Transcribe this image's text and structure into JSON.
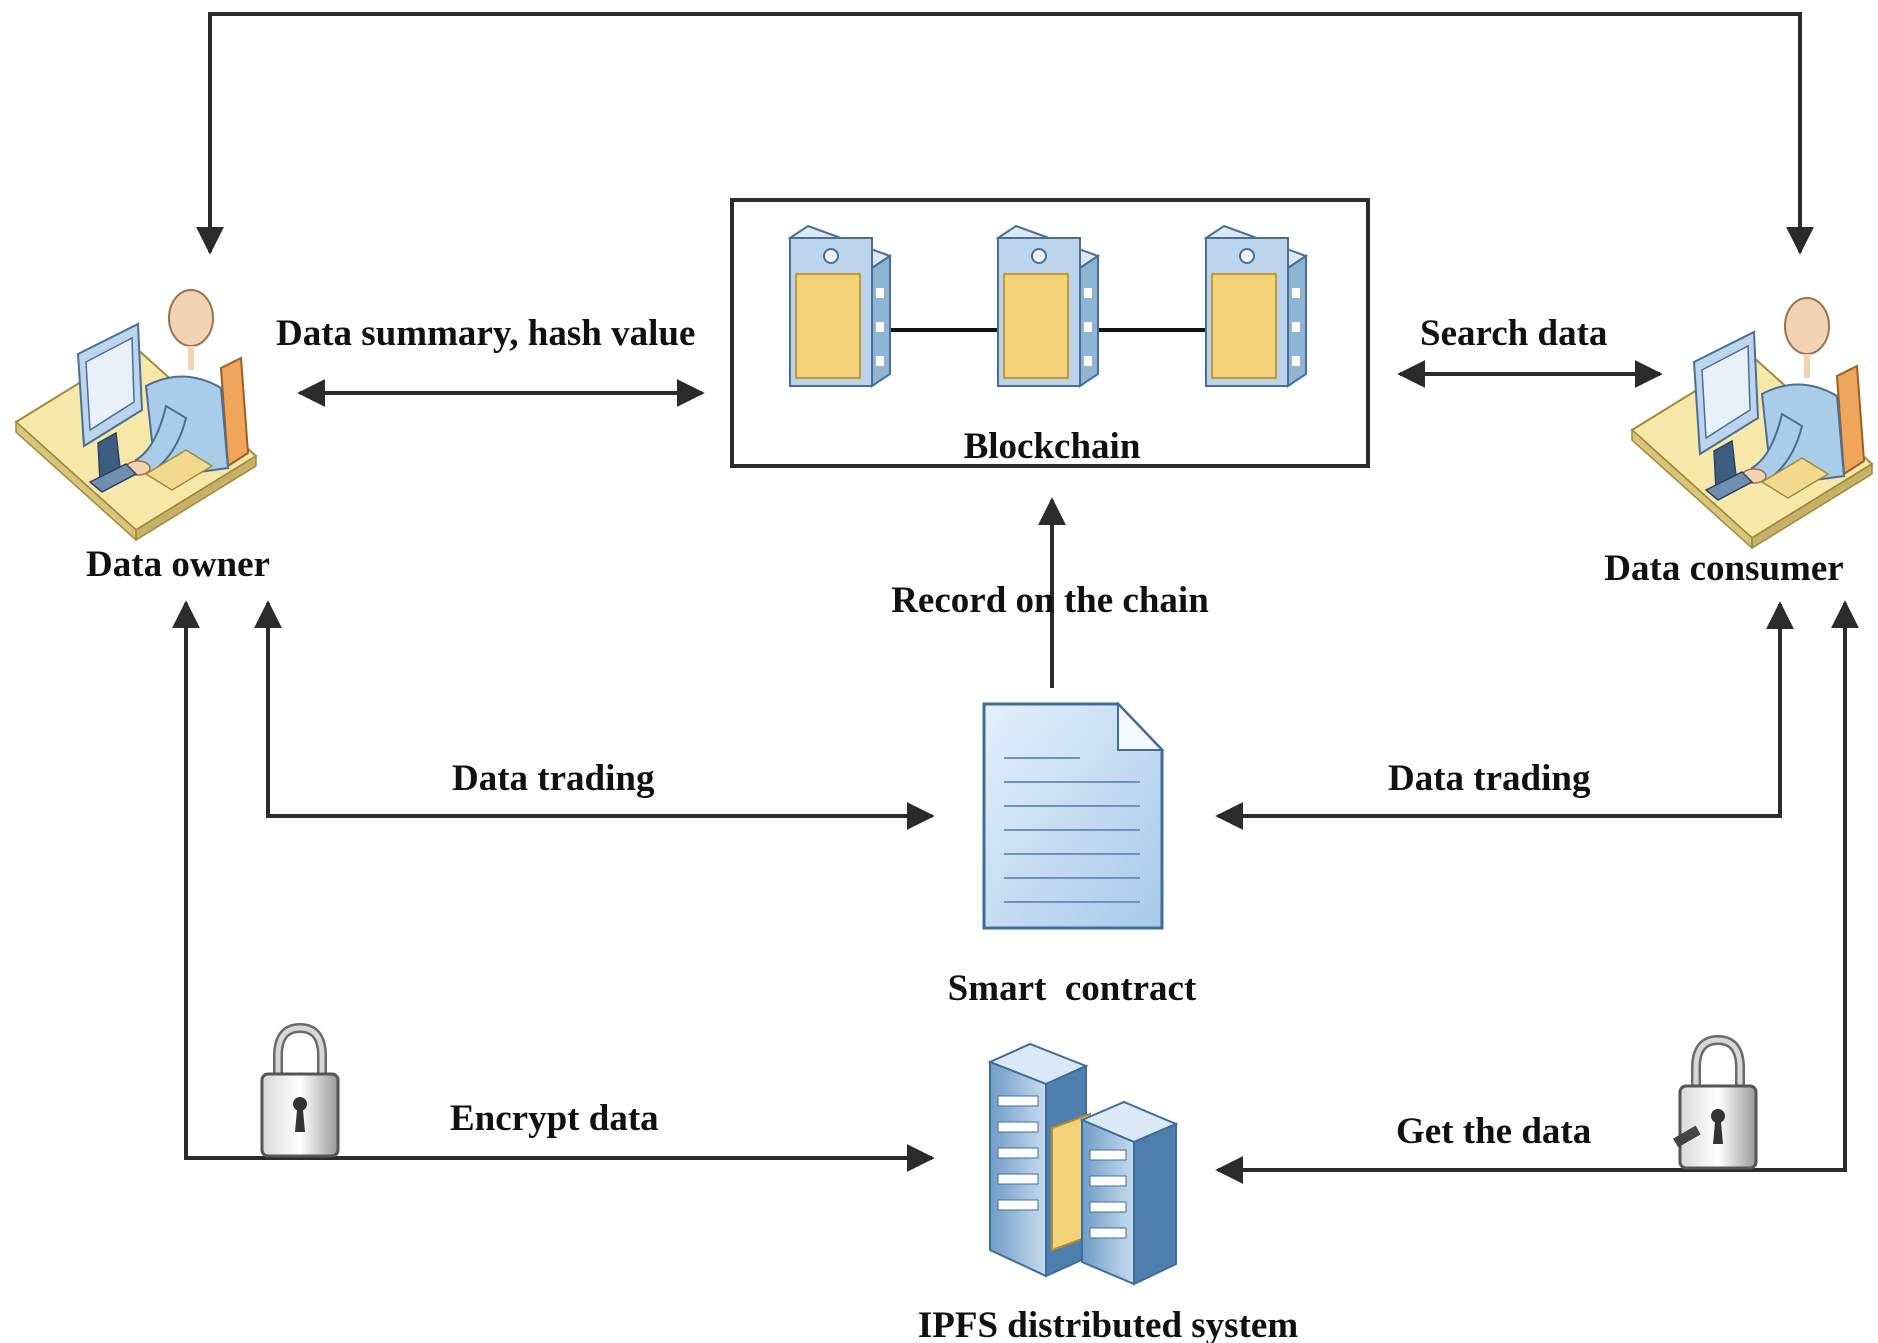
{
  "nodes": {
    "data_owner": "Data owner",
    "data_consumer": "Data consumer",
    "blockchain": "Blockchain",
    "smart_contract": "Smart  contract",
    "ipfs": "IPFS distributed system"
  },
  "edges": {
    "summary_hash": "Data summary, hash value",
    "search_data": "Search data",
    "record_on_chain": "Record on the chain",
    "trading_owner": "Data trading",
    "trading_consumer": "Data trading",
    "encrypt_data": "Encrypt data",
    "get_data": "Get the data"
  },
  "icons": {
    "owner": "user-at-computer-icon",
    "consumer": "user-at-computer-icon",
    "blockchain_nodes": "server-icon",
    "contract": "document-icon",
    "ipfs": "server-cluster-icon",
    "lock_owner": "padlock-icon",
    "lock_consumer": "padlock-icon"
  },
  "colors": {
    "line": "#2b2b2b",
    "server_blue": "#8fb4d6",
    "server_gold": "#f3d27a",
    "desk": "#f7e7a8",
    "person_blue": "#a9cde9",
    "skin": "#f2d3b3",
    "doc_blue": "#cfe3f5"
  }
}
